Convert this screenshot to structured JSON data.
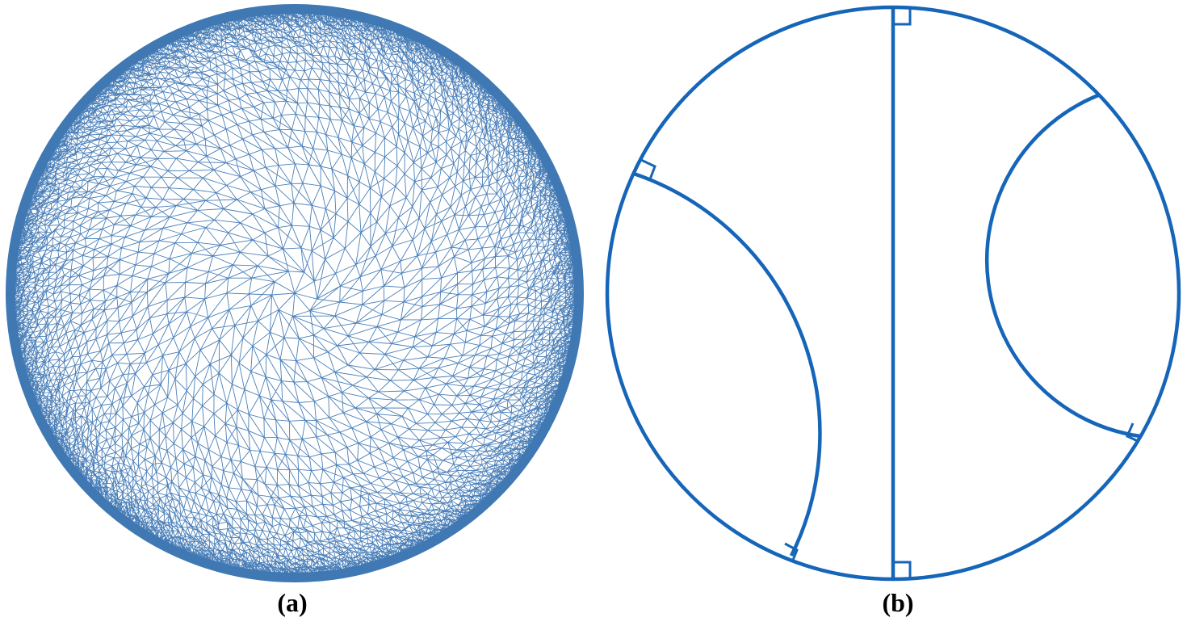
{
  "figure": {
    "panels": [
      {
        "id": "a",
        "caption": "(a)"
      },
      {
        "id": "b",
        "caption": "(b)"
      }
    ],
    "colors": {
      "mesh_line": "#4a7fb8",
      "mesh_rim": "#3f78b2",
      "geodesic_line": "#1565b8",
      "background": "#ffffff"
    }
  }
}
